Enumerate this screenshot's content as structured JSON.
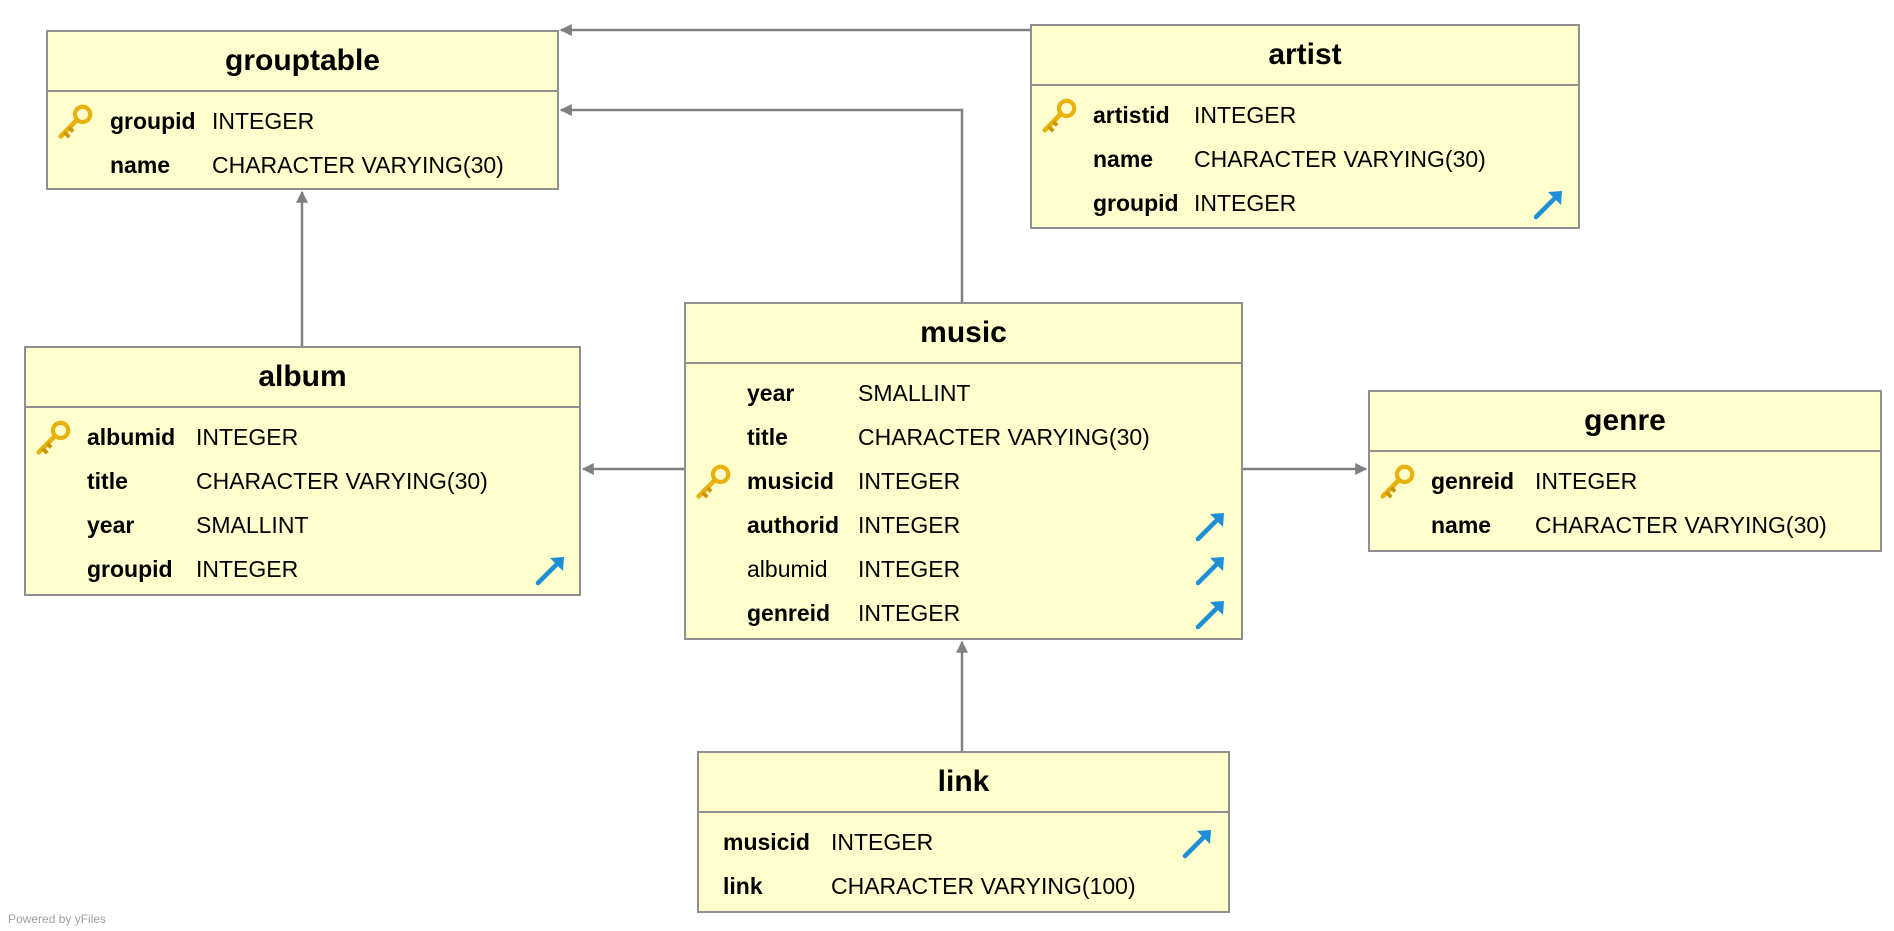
{
  "tables": [
    {
      "name": "grouptable",
      "fields": [
        {
          "name": "groupid",
          "type": "INTEGER",
          "pk": true,
          "fk": false,
          "bold": true
        },
        {
          "name": "name",
          "type": "CHARACTER VARYING(30)",
          "pk": false,
          "fk": false,
          "bold": true
        }
      ]
    },
    {
      "name": "artist",
      "fields": [
        {
          "name": "artistid",
          "type": "INTEGER",
          "pk": true,
          "fk": false,
          "bold": true
        },
        {
          "name": "name",
          "type": "CHARACTER VARYING(30)",
          "pk": false,
          "fk": false,
          "bold": true
        },
        {
          "name": "groupid",
          "type": "INTEGER",
          "pk": false,
          "fk": true,
          "bold": true
        }
      ]
    },
    {
      "name": "album",
      "fields": [
        {
          "name": "albumid",
          "type": "INTEGER",
          "pk": true,
          "fk": false,
          "bold": true
        },
        {
          "name": "title",
          "type": "CHARACTER VARYING(30)",
          "pk": false,
          "fk": false,
          "bold": true
        },
        {
          "name": "year",
          "type": "SMALLINT",
          "pk": false,
          "fk": false,
          "bold": true
        },
        {
          "name": "groupid",
          "type": "INTEGER",
          "pk": false,
          "fk": true,
          "bold": true
        }
      ]
    },
    {
      "name": "music",
      "fields": [
        {
          "name": "year",
          "type": "SMALLINT",
          "pk": false,
          "fk": false,
          "bold": true
        },
        {
          "name": "title",
          "type": "CHARACTER VARYING(30)",
          "pk": false,
          "fk": false,
          "bold": true
        },
        {
          "name": "musicid",
          "type": "INTEGER",
          "pk": true,
          "fk": false,
          "bold": true
        },
        {
          "name": "authorid",
          "type": "INTEGER",
          "pk": false,
          "fk": true,
          "bold": true
        },
        {
          "name": "albumid",
          "type": "INTEGER",
          "pk": false,
          "fk": true,
          "bold": false
        },
        {
          "name": "genreid",
          "type": "INTEGER",
          "pk": false,
          "fk": true,
          "bold": true
        }
      ]
    },
    {
      "name": "genre",
      "fields": [
        {
          "name": "genreid",
          "type": "INTEGER",
          "pk": true,
          "fk": false,
          "bold": true
        },
        {
          "name": "name",
          "type": "CHARACTER VARYING(30)",
          "pk": false,
          "fk": false,
          "bold": true
        }
      ]
    },
    {
      "name": "link",
      "fields": [
        {
          "name": "musicid",
          "type": "INTEGER",
          "pk": false,
          "fk": true,
          "bold": true
        },
        {
          "name": "link",
          "type": "CHARACTER VARYING(100)",
          "pk": false,
          "fk": false,
          "bold": true
        }
      ]
    }
  ],
  "relationships": [
    {
      "from": "artist",
      "to": "grouptable"
    },
    {
      "from": "music",
      "to": "grouptable"
    },
    {
      "from": "album",
      "to": "grouptable"
    },
    {
      "from": "music",
      "to": "album"
    },
    {
      "from": "music",
      "to": "genre"
    },
    {
      "from": "link",
      "to": "music"
    }
  ],
  "colors": {
    "table_fill": "#ffffcd",
    "table_border": "#8f8f8f",
    "edge": "#808080",
    "pk_key": "#e8b20e",
    "fk_arrow": "#1e8fd6"
  },
  "icons": {
    "primary_key": "key-icon",
    "foreign_key": "foreign-key-arrow-icon"
  },
  "credit": "Powered by yFiles"
}
